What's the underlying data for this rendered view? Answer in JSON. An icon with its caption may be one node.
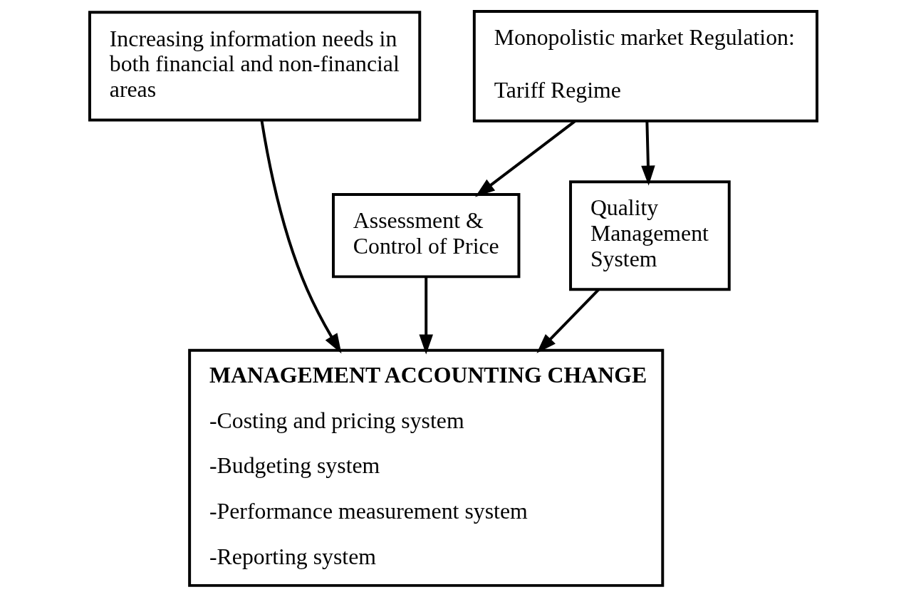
{
  "diagram": {
    "nodes": [
      {
        "text": [
          "Increasing information needs in both financial and non-financial areas"
        ]
      },
      {
        "text": [
          "Monopolistic market Regulation:",
          "Tariff Regime"
        ]
      },
      {
        "text": [
          "Assessment & Control of Price"
        ]
      },
      {
        "text": [
          "Quality Management System"
        ]
      },
      {
        "text": [
          "MANAGEMENT ACCOUNTING CHANGE",
          "-Costing and pricing system",
          "-Budgeting system",
          "-Performance measurement system",
          "-Reporting system"
        ]
      }
    ],
    "edges": [
      {
        "from": 1,
        "to": 2,
        "arrow": "to"
      },
      {
        "from": 1,
        "to": 3,
        "arrow": "to"
      },
      {
        "from": 0,
        "to": 4,
        "arrow": "to"
      },
      {
        "from": 2,
        "to": 4,
        "arrow": "to"
      },
      {
        "from": 3,
        "to": 4,
        "arrow": "to"
      }
    ]
  }
}
